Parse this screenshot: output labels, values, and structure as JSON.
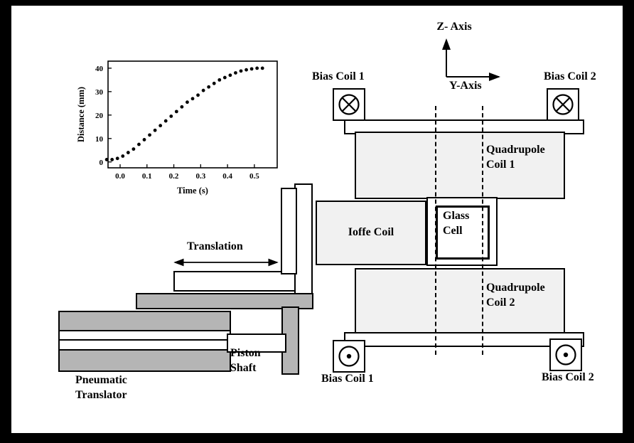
{
  "figure": {
    "labels": {
      "z_axis": "Z- Axis",
      "y_axis": "Y-Axis",
      "bias_top_left": "Bias Coil 1",
      "bias_top_right": "Bias Coil 2",
      "bias_bottom_left": "Bias Coil 1",
      "bias_bottom_right": "Bias Coil 2",
      "quad1": "Quadrupole\nCoil 1",
      "quad2": "Quadrupole\nCoil 2",
      "ioffe": "Ioffe Coil",
      "glass": "Glass\nCell",
      "translation": "Translation",
      "piston": "Piston\nShaft",
      "pneumatic": "Pneumatic\nTranslator"
    },
    "colors": {
      "bg": "#000000",
      "panel": "#ffffff",
      "coil_fill": "#f1f1f1",
      "metal_fill": "#b5b5b5",
      "line": "#000000"
    }
  },
  "chart_data": {
    "type": "scatter",
    "title": "",
    "xlabel": "Time (s)",
    "ylabel": "Distance (mm)",
    "xlim": [
      -0.045,
      0.585
    ],
    "ylim": [
      -2.5,
      43
    ],
    "xticks": [
      0.0,
      0.1,
      0.2,
      0.3,
      0.4,
      0.5
    ],
    "yticks": [
      0,
      10,
      20,
      30,
      40
    ],
    "grid": false,
    "legend": false,
    "x": [
      -0.05,
      -0.03,
      -0.01,
      0.01,
      0.03,
      0.05,
      0.07,
      0.09,
      0.11,
      0.13,
      0.15,
      0.17,
      0.19,
      0.21,
      0.23,
      0.25,
      0.27,
      0.29,
      0.31,
      0.33,
      0.35,
      0.37,
      0.39,
      0.41,
      0.43,
      0.45,
      0.47,
      0.49,
      0.51,
      0.53
    ],
    "y": [
      1,
      1,
      1.5,
      2.5,
      4,
      5.5,
      7.5,
      9.5,
      11.5,
      13.5,
      15.5,
      17.5,
      19.5,
      21.5,
      23.5,
      25.5,
      27,
      28.5,
      30.5,
      32,
      33.5,
      35,
      36,
      37,
      38,
      38.8,
      39.3,
      39.7,
      40,
      40
    ]
  }
}
